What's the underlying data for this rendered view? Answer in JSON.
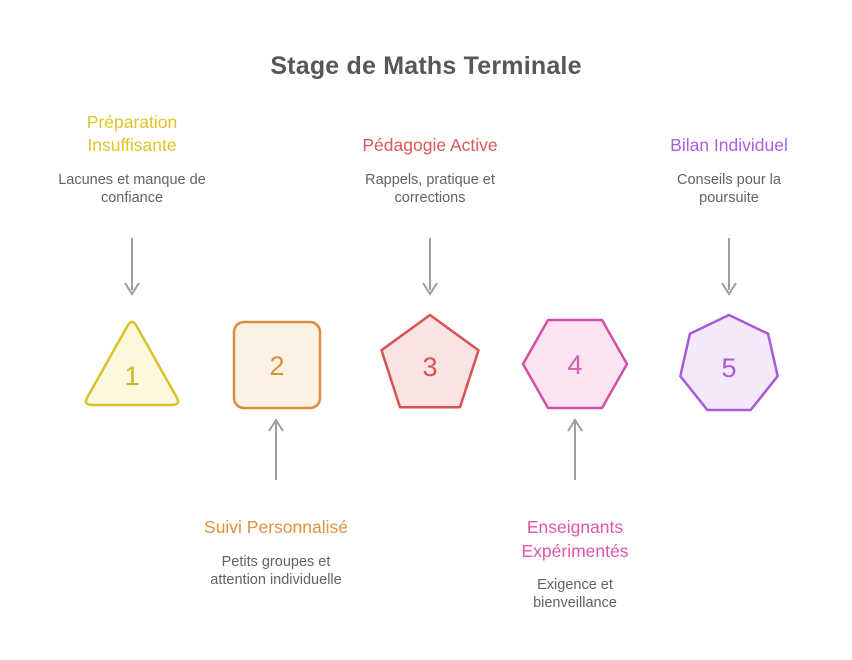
{
  "title": "Stage de Maths Terminale",
  "steps": [
    {
      "number": "1",
      "label": "Préparation Insuffisante",
      "description": "Lacunes et manque de confiance",
      "shape": "triangle",
      "label_position": "top",
      "text_color": "#E0C428",
      "stroke_color": "#D9C227",
      "fill_color": "#FBF8DC",
      "number_color": "#C9B723"
    },
    {
      "number": "2",
      "label": "Suivi Personnalisé",
      "description": "Petits groupes et attention individuelle",
      "shape": "square",
      "label_position": "bottom",
      "text_color": "#E0913F",
      "stroke_color": "#D98E3C",
      "fill_color": "#FCF2E4",
      "number_color": "#D98E3C"
    },
    {
      "number": "3",
      "label": "Pédagogie Active",
      "description": "Rappels, pratique et corrections",
      "shape": "pentagon",
      "label_position": "top",
      "text_color": "#DE5757",
      "stroke_color": "#D95252",
      "fill_color": "#FAE3E3",
      "number_color": "#D95252"
    },
    {
      "number": "4",
      "label": "Enseignants Expérimentés",
      "description": "Exigence et bienveillance",
      "shape": "hexagon",
      "label_position": "bottom",
      "text_color": "#DE58A4",
      "stroke_color": "#D24FA5",
      "fill_color": "#FBE3F1",
      "number_color": "#D45FAD"
    },
    {
      "number": "5",
      "label": "Bilan Individuel",
      "description": "Conseils pour la poursuite",
      "shape": "heptagon",
      "label_position": "top",
      "text_color": "#AB5EDD",
      "stroke_color": "#A958D8",
      "fill_color": "#F4E8FB",
      "number_color": "#A958D8"
    }
  ],
  "colors": {
    "background": "#FFFFFF",
    "title_text": "#565759",
    "description_text": "#5F6368",
    "arrow": "#9E9E9E"
  }
}
